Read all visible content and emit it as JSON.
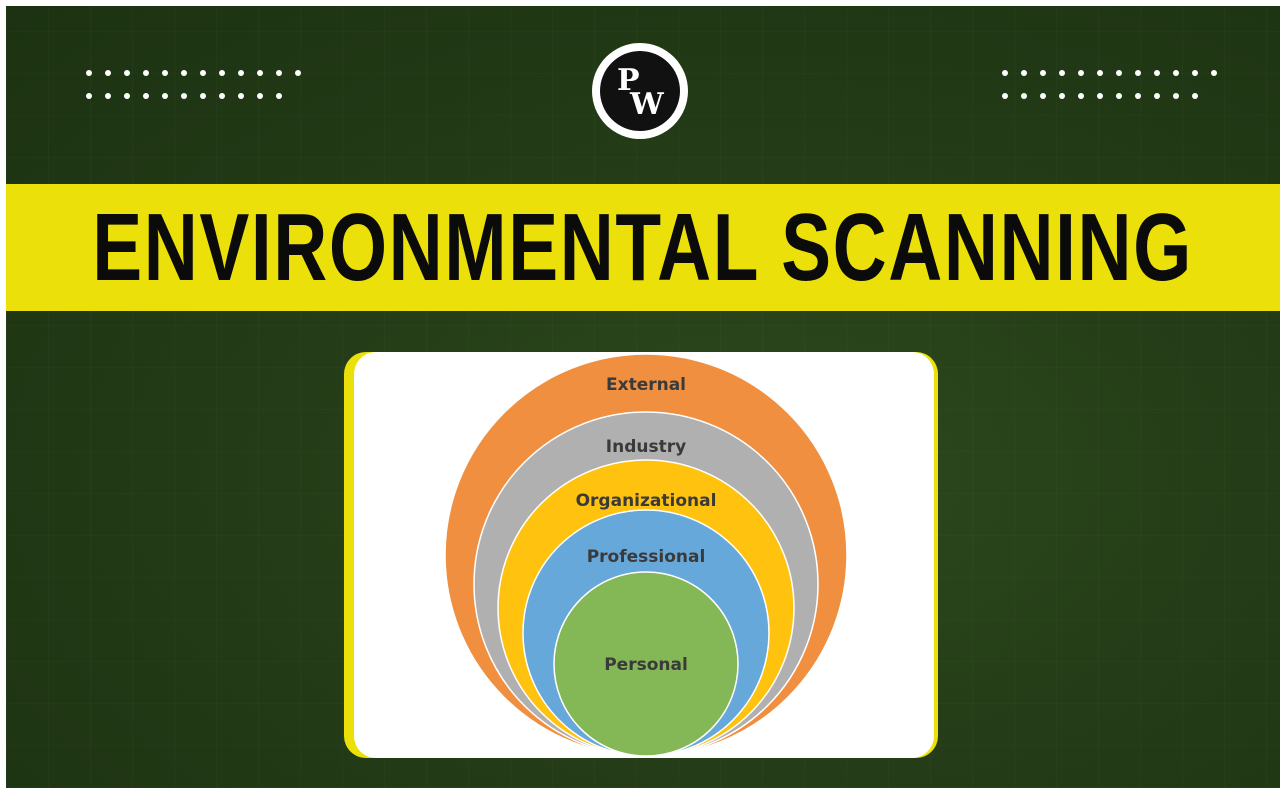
{
  "banner": {
    "title": "ENVIRONMENTAL SCANNING"
  },
  "logo": {
    "letter_top": "P",
    "letter_bottom": "W"
  },
  "diagram": {
    "layers": [
      {
        "label": "External",
        "color": "#f08f3f"
      },
      {
        "label": "Industry",
        "color": "#b0b0b0"
      },
      {
        "label": "Organizational",
        "color": "#ffc20e"
      },
      {
        "label": "Professional",
        "color": "#67a8da"
      },
      {
        "label": "Personal",
        "color": "#84b755"
      }
    ]
  },
  "colors": {
    "background": "#243c17",
    "banner": "#ece00a",
    "title_text": "#0b0b0b"
  }
}
